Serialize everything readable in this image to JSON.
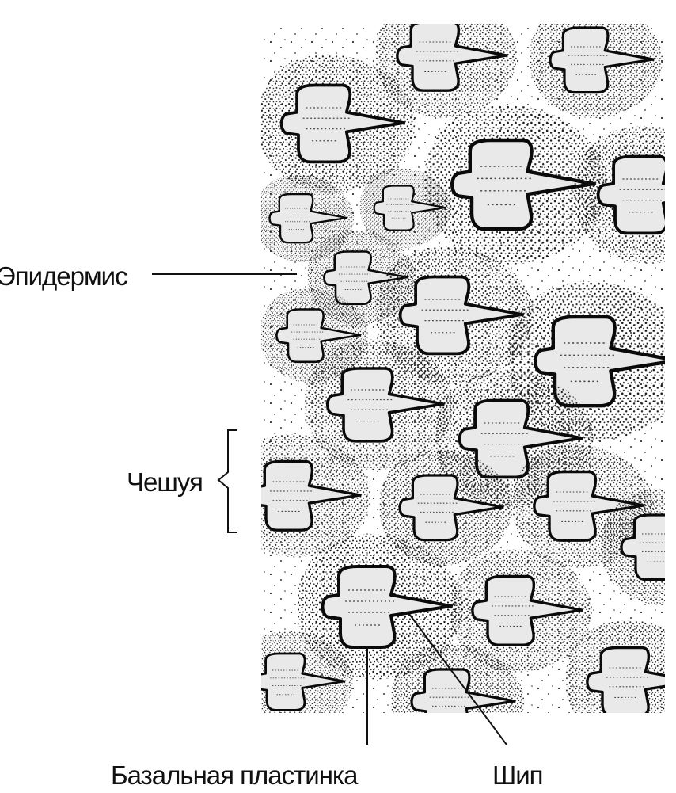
{
  "labels": {
    "epidermis": "Эпидермис",
    "scale": "Чешуя",
    "basal_plate": "Базальная пластинка",
    "spine": "Шип"
  },
  "colors": {
    "ink": "#111111",
    "scale_fill": "#e9e9e9",
    "background": "#ffffff"
  }
}
